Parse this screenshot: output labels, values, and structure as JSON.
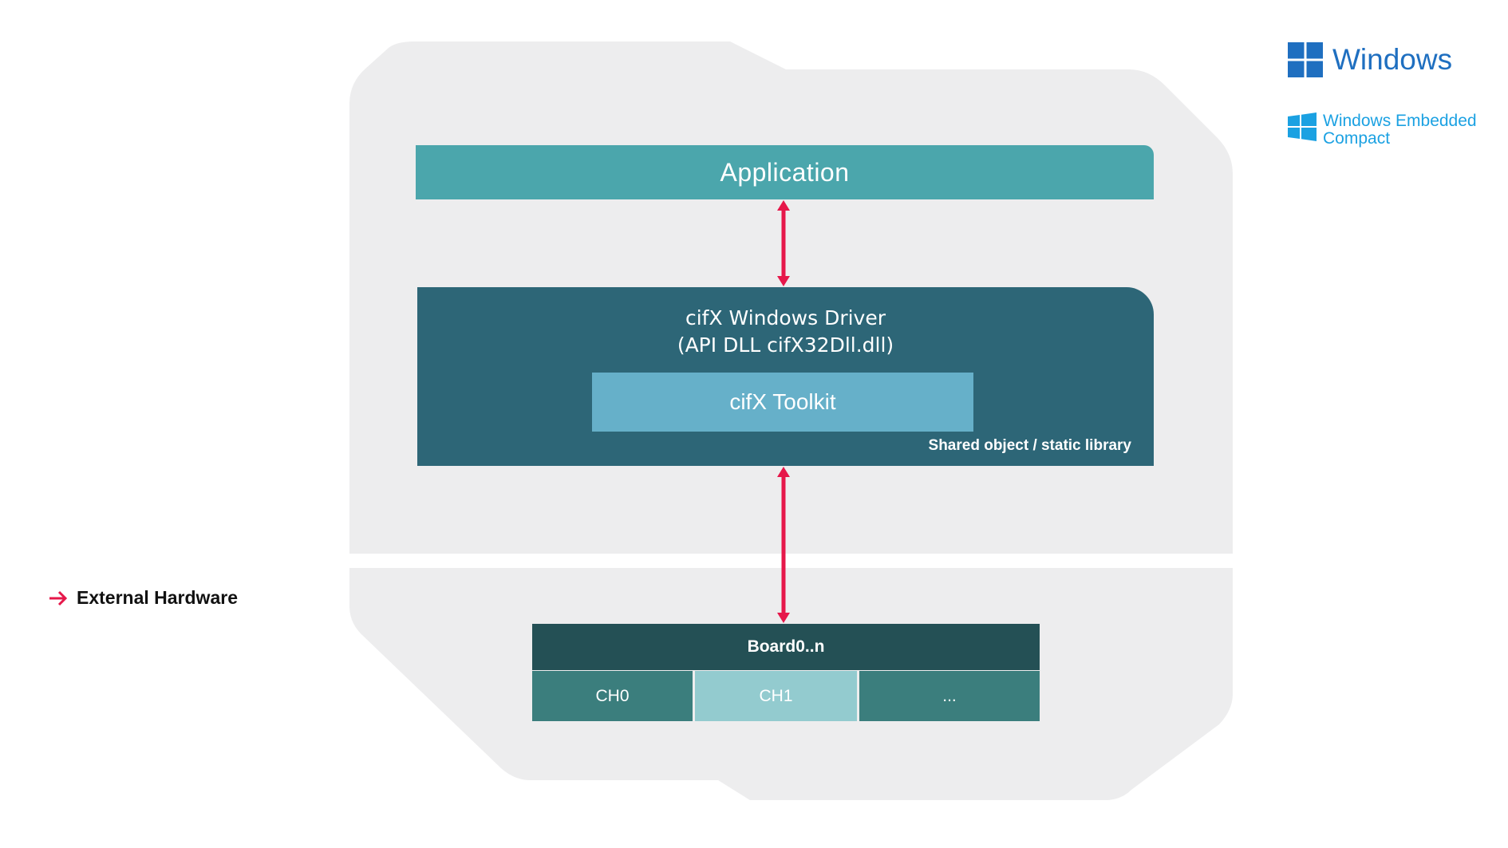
{
  "application": {
    "label": "Application"
  },
  "driver": {
    "title_line1": "cifX Windows Driver",
    "title_line2": "(API DLL cifX32Dll.dll)",
    "toolkit_label": "cifX Toolkit",
    "shared_label": "Shared object / static library"
  },
  "board": {
    "label": "Board0..n",
    "channels": [
      "CH0",
      "CH1",
      "..."
    ]
  },
  "external_hardware": {
    "label": "External Hardware"
  },
  "logos": {
    "windows": "Windows",
    "windows_embedded_line1": "Windows Embedded",
    "windows_embedded_line2": "Compact"
  },
  "colors": {
    "panel_bg": "#ededee",
    "application": "#4ba6ac",
    "driver": "#2d6677",
    "toolkit": "#66b0c9",
    "board": "#245055",
    "channel_dark": "#3b7e7d",
    "channel_light": "#93cbcf",
    "arrow": "#e6174a",
    "windows_blue": "#1f6fc0",
    "embedded_blue": "#1ba1e2"
  }
}
